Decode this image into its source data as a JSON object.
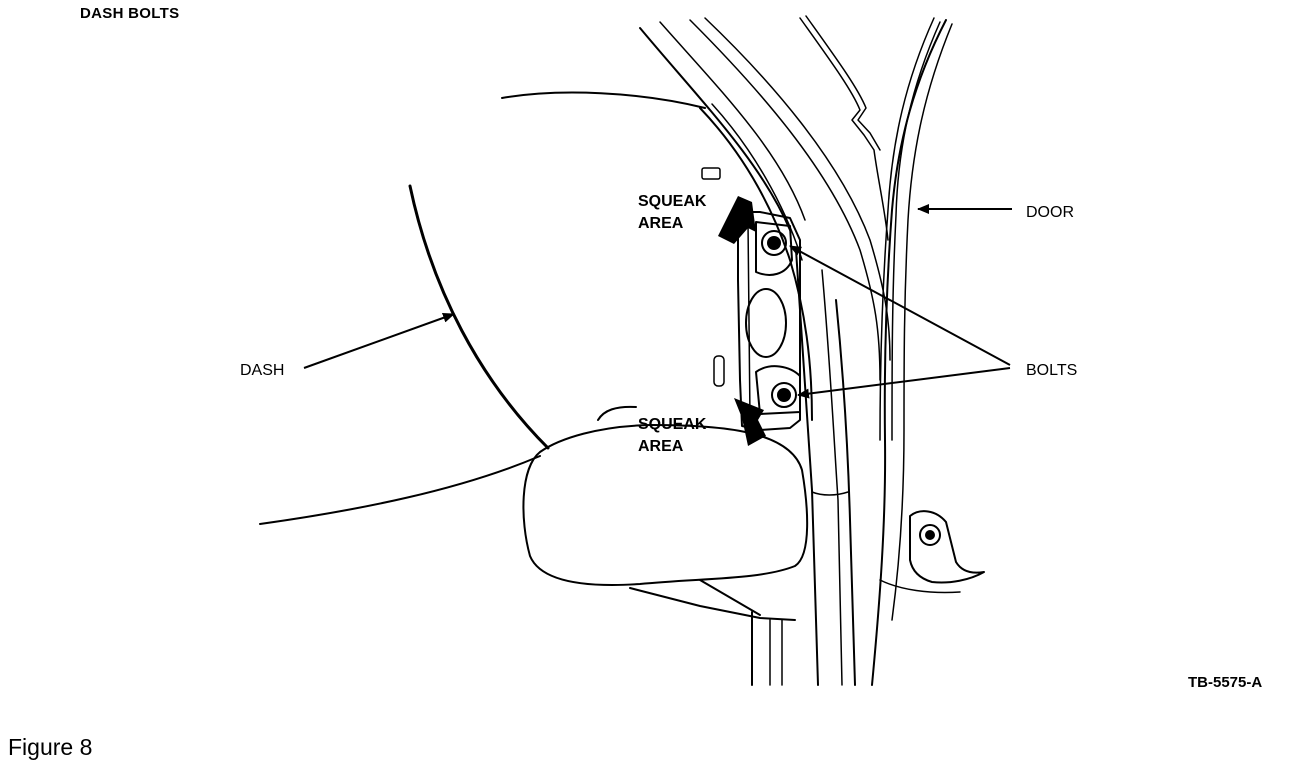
{
  "figure": {
    "heading": "DASH BOLTS",
    "caption": "Figure 8",
    "reference_code": "TB-5575-A",
    "callouts": {
      "squeak_upper_line1": "SQUEAK",
      "squeak_upper_line2": "AREA",
      "squeak_lower_line1": "SQUEAK",
      "squeak_lower_line2": "AREA",
      "door": "DOOR",
      "dash": "DASH",
      "bolts": "BOLTS"
    }
  }
}
